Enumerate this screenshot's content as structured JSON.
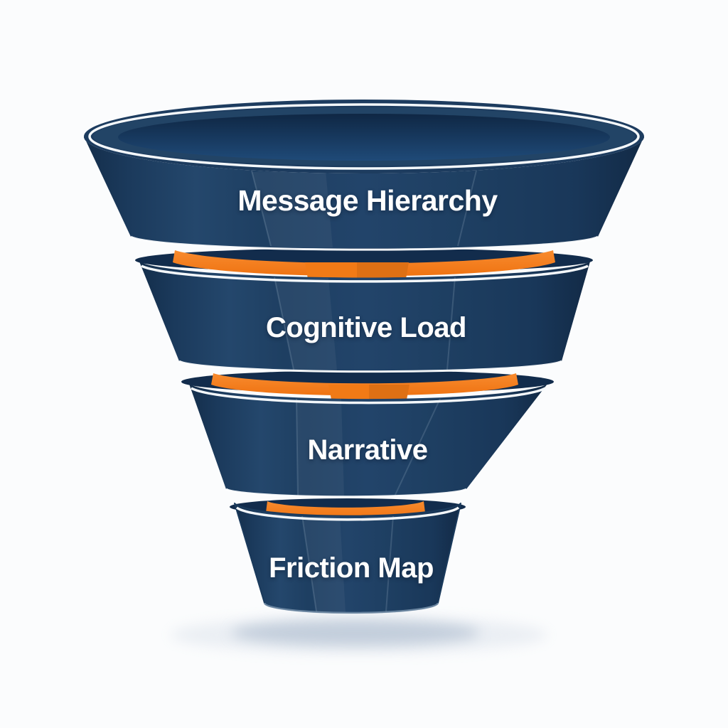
{
  "page": {
    "background": "#fbfcfd"
  },
  "diagram": {
    "type": "funnel",
    "direction": "top-down",
    "stage_count": 4,
    "stages": [
      {
        "label": "Message Hierarchy"
      },
      {
        "label": "Cognitive Load"
      },
      {
        "label": "Narrative"
      },
      {
        "label": "Friction Map"
      }
    ],
    "colors": {
      "body_navy": "#1e4064",
      "body_navy_dark": "#132c4a",
      "body_navy_light": "#2a5078",
      "interior_navy": "#122c4c",
      "accent_orange": "#f47b20",
      "accent_orange_dark": "#e06a14",
      "rim_white": "#ffffff",
      "label_text": "#ffffff",
      "background": "#fbfcfd",
      "shadow": "#b9c6d6"
    }
  }
}
